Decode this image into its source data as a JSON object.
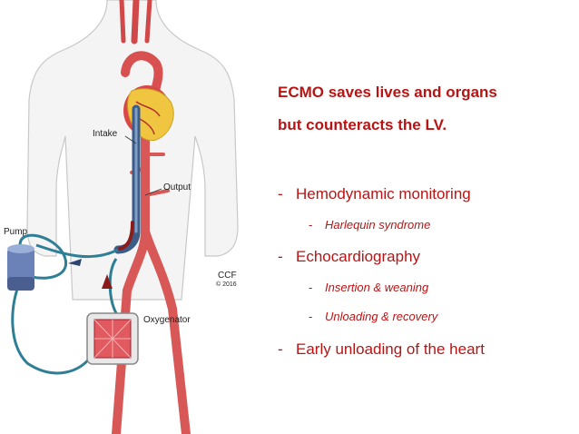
{
  "diagram": {
    "labels": {
      "intake": "Intake",
      "output": "Output",
      "pump": "Pump",
      "oxygenator": "Oxygenator",
      "ccf": "CCF",
      "ccf_year": "© 2016"
    }
  },
  "slide": {
    "headline_line1": "ECMO saves lives and organs",
    "headline_line2": "but counteracts the LV.",
    "bullets": [
      {
        "text": "Hemodynamic monitoring"
      },
      {
        "text": "Harlequin syndrome"
      },
      {
        "text": "Echocardiography"
      },
      {
        "text": "Insertion & weaning"
      },
      {
        "text": "Unloading & recovery"
      },
      {
        "text": "Early unloading of the heart"
      }
    ],
    "colors": {
      "accent": "#b81414"
    }
  }
}
